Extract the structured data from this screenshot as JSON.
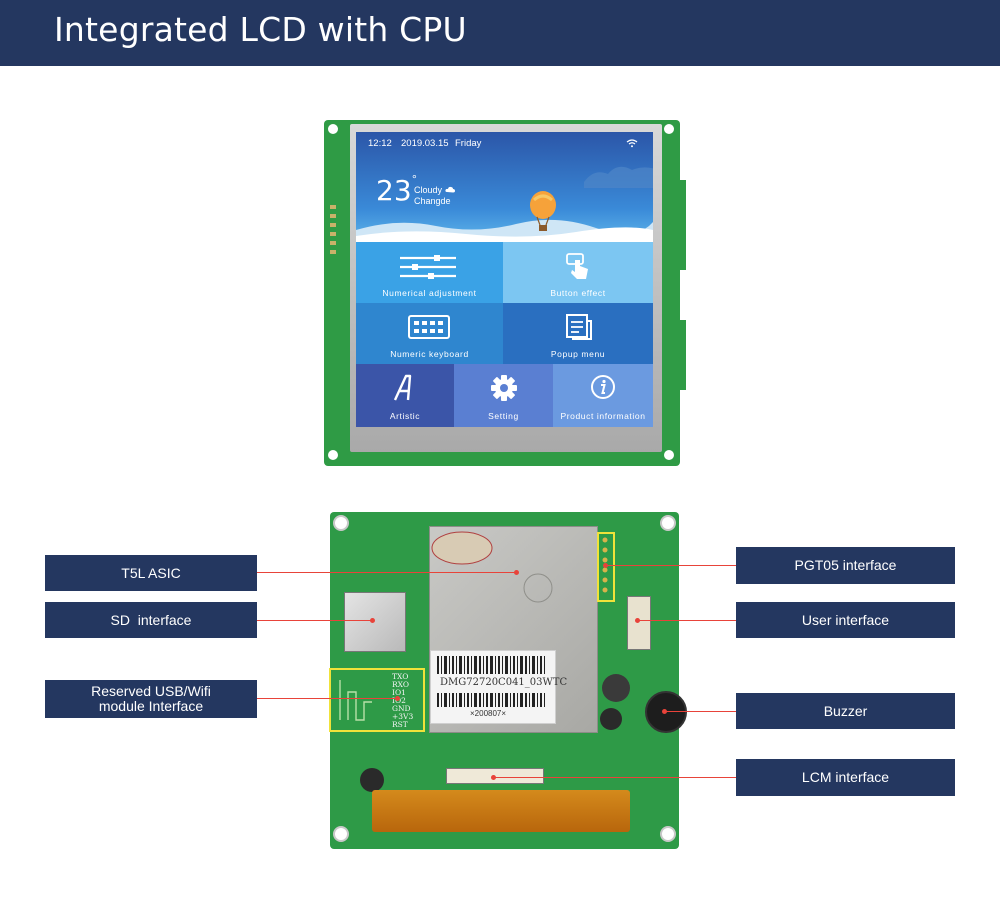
{
  "header": {
    "title": "Integrated LCD with CPU"
  },
  "screen": {
    "time": "12:12",
    "date": "2019.03.15",
    "day": "Friday",
    "temperature": "23",
    "degree": "°",
    "weather": "Cloudy",
    "city": "Changde",
    "tiles": [
      {
        "label": "Numerical adjustment",
        "icon": "sliders-icon"
      },
      {
        "label": "Button effect",
        "icon": "hand-pointer-icon"
      },
      {
        "label": "Numeric keyboard",
        "icon": "keyboard-icon"
      },
      {
        "label": "Popup menu",
        "icon": "document-icon"
      },
      {
        "label": "Artistic",
        "icon": "artistic-a-icon"
      },
      {
        "label": "Setting",
        "icon": "gear-icon"
      },
      {
        "label": "Product information",
        "icon": "info-icon"
      }
    ]
  },
  "pcb": {
    "sticker_code": "DMG72720C041_03WTC",
    "sticker_serial": "×200807×",
    "pin_labels": [
      "TXO",
      "RXO",
      "IO1",
      "IO2",
      "GND",
      "+3V3",
      "RST"
    ]
  },
  "callouts": {
    "left": [
      "T5L ASIC",
      "SD  interface",
      "Reserved USB/Wifi module Interface"
    ],
    "right": [
      "PGT05 interface",
      "User interface",
      "Buzzer",
      "LCM interface"
    ]
  },
  "colors": {
    "banner": "#243760",
    "callout": "#243760",
    "leader": "#e8433a",
    "pcb": "#2e9a47"
  }
}
